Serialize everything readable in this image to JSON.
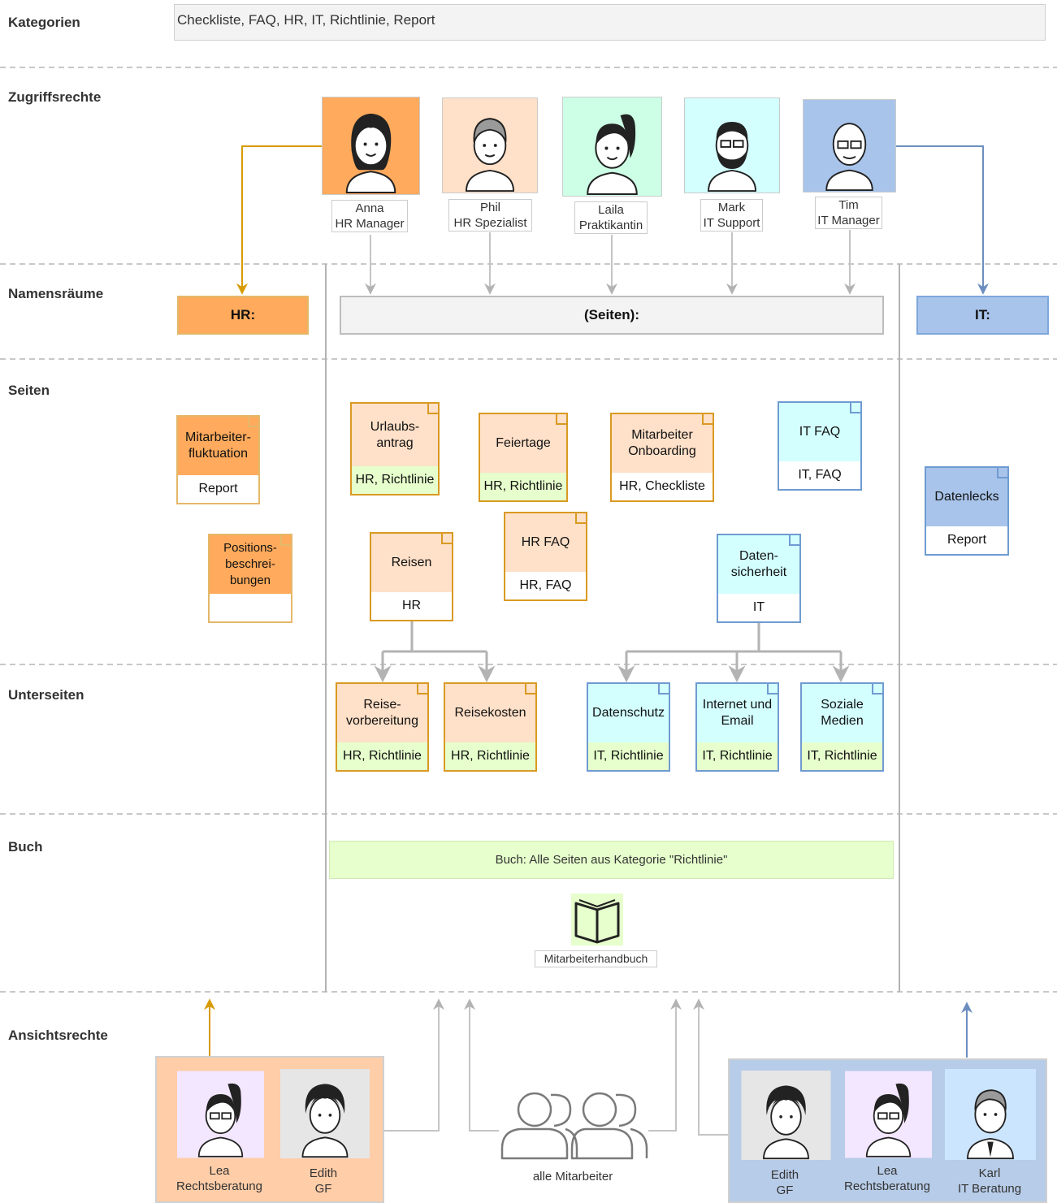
{
  "sections": {
    "kategorien": "Kategorien",
    "zugriffsrechte": "Zugriffsrechte",
    "namensraeume": "Namensräume",
    "seiten": "Seiten",
    "unterseiten": "Unterseiten",
    "buch": "Buch",
    "ansichtsrechte": "Ansichtsrechte"
  },
  "categories_text": "Checkliste, FAQ, HR, IT, Richtlinie, Report",
  "people": [
    {
      "name": "Anna",
      "role": "HR Manager",
      "bg": "#ffaa5c"
    },
    {
      "name": "Phil",
      "role": "HR Spezialist",
      "bg": "#ffe0c8"
    },
    {
      "name": "Laila",
      "role": "Praktikantin",
      "bg": "#ccffe6"
    },
    {
      "name": "Mark",
      "role": "IT Support",
      "bg": "#d3ffff"
    },
    {
      "name": "Tim",
      "role": "IT Manager",
      "bg": "#a8c4ea"
    }
  ],
  "namespaces": {
    "hr": "HR:",
    "pages": "(Seiten):",
    "it": "IT:"
  },
  "pages": {
    "mitarbeiterfluktuation": {
      "title": "Mitarbeiter-fluktuation",
      "cats": "Report"
    },
    "positionsbeschreibungen": {
      "title": "Positions-beschrei-bungen",
      "cats": ""
    },
    "urlaubsantrag": {
      "title": "Urlaubs-antrag",
      "cats": "HR, Richtlinie"
    },
    "feiertage": {
      "title": "Feiertage",
      "cats": "HR, Richtlinie"
    },
    "onboarding": {
      "title": "Mitarbeiter Onboarding",
      "cats": "HR, Checkliste"
    },
    "itfaq": {
      "title": "IT FAQ",
      "cats": "IT, FAQ"
    },
    "datenlecks": {
      "title": "Datenlecks",
      "cats": "Report"
    },
    "reisen": {
      "title": "Reisen",
      "cats": "HR"
    },
    "hrfaq": {
      "title": "HR FAQ",
      "cats": "HR, FAQ"
    },
    "datensicherheit": {
      "title": "Daten-sicherheit",
      "cats": "IT"
    }
  },
  "subpages": {
    "reisevorbereitung": {
      "title": "Reise-vorbereitung",
      "cats": "HR, Richtlinie"
    },
    "reisekosten": {
      "title": "Reisekosten",
      "cats": "HR, Richtlinie"
    },
    "datenschutz": {
      "title": "Datenschutz",
      "cats": "IT, Richtlinie"
    },
    "internet": {
      "title": "Internet und Email",
      "cats": "IT, Richtlinie"
    },
    "sozialemedien": {
      "title": "Soziale Medien",
      "cats": "IT, Richtlinie"
    }
  },
  "book": {
    "banner": "Buch: Alle Seiten aus Kategorie \"Richtlinie\"",
    "name": "Mitarbeiterhandbuch"
  },
  "viewers_left": [
    {
      "name": "Lea",
      "role": "Rechtsberatung",
      "bg": "#f3e6ff"
    },
    {
      "name": "Edith",
      "role": "GF",
      "bg": "#e6e6e6"
    }
  ],
  "viewers_right": [
    {
      "name": "Edith",
      "role": "GF",
      "bg": "#e6e6e6"
    },
    {
      "name": "Lea",
      "role": "Rechtsberatung",
      "bg": "#f3e6ff"
    },
    {
      "name": "Karl",
      "role": "IT Beratung",
      "bg": "#cce5ff"
    }
  ],
  "all_employees": "alle Mitarbeiter",
  "colors": {
    "hr_dark": "#ffaa5c",
    "hr_light": "#ffe0c8",
    "hr_stroke": "#d99a22",
    "it_dark": "#a8c4ea",
    "it_light": "#d3ffff",
    "it_stroke": "#6f9bd1",
    "category_bg": "#e6ffcc",
    "connector": "#b3b3b3",
    "hr_arrow": "#d79b00",
    "it_arrow": "#6c8ebf"
  }
}
